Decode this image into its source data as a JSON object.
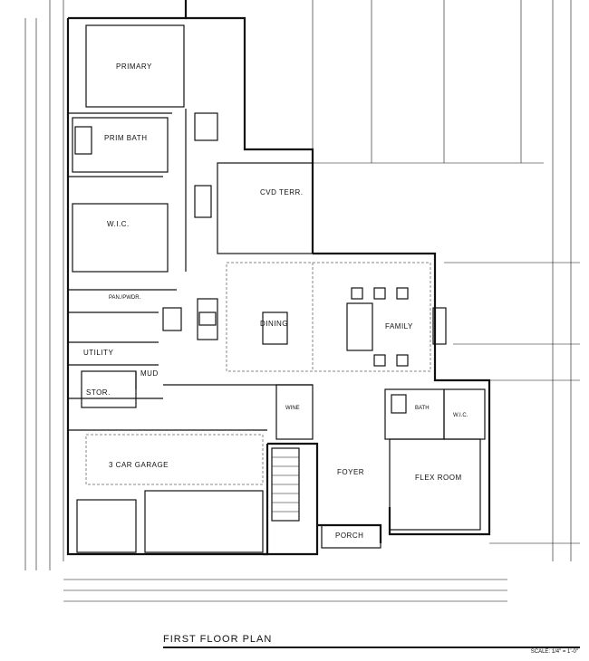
{
  "sheet": {
    "title": "FIRST FLOOR PLAN",
    "scale": "SCALE: 1/4\" = 1'-0\""
  },
  "rooms": {
    "primary": "PRIMARY",
    "prim_bath": "PRIM BATH",
    "wic_primary": "W.I.C.",
    "cvd_terr": "CVD TERR.",
    "pan_pwdr": "PAN./PWDR.",
    "utility": "UTILITY",
    "mud": "MUD",
    "stor": "STOR.",
    "dining": "DINING",
    "family": "FAMILY",
    "wine": "WINE",
    "bath": "BATH",
    "wic_flex": "W.I.C.",
    "garage": "3 CAR GARAGE",
    "foyer": "FOYER",
    "flex_room": "FLEX ROOM",
    "porch": "PORCH"
  },
  "colors": {
    "ink": "#111111",
    "paper": "#ffffff"
  }
}
